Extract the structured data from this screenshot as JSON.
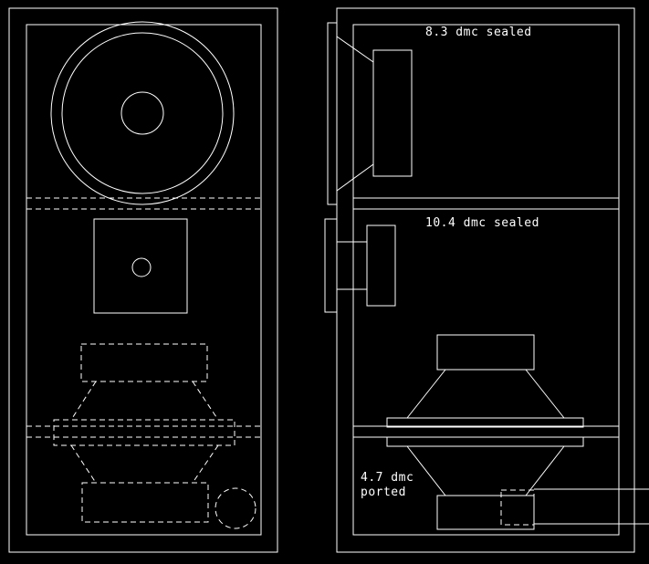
{
  "labels": {
    "upper_chamber": "8.3 dmc sealed",
    "middle_chamber": "10.4 dmc sealed",
    "lower_chamber_volume": "4.7 dmc",
    "lower_chamber_type": "ported"
  },
  "colors": {
    "background": "#000000",
    "line": "#ffffff"
  }
}
